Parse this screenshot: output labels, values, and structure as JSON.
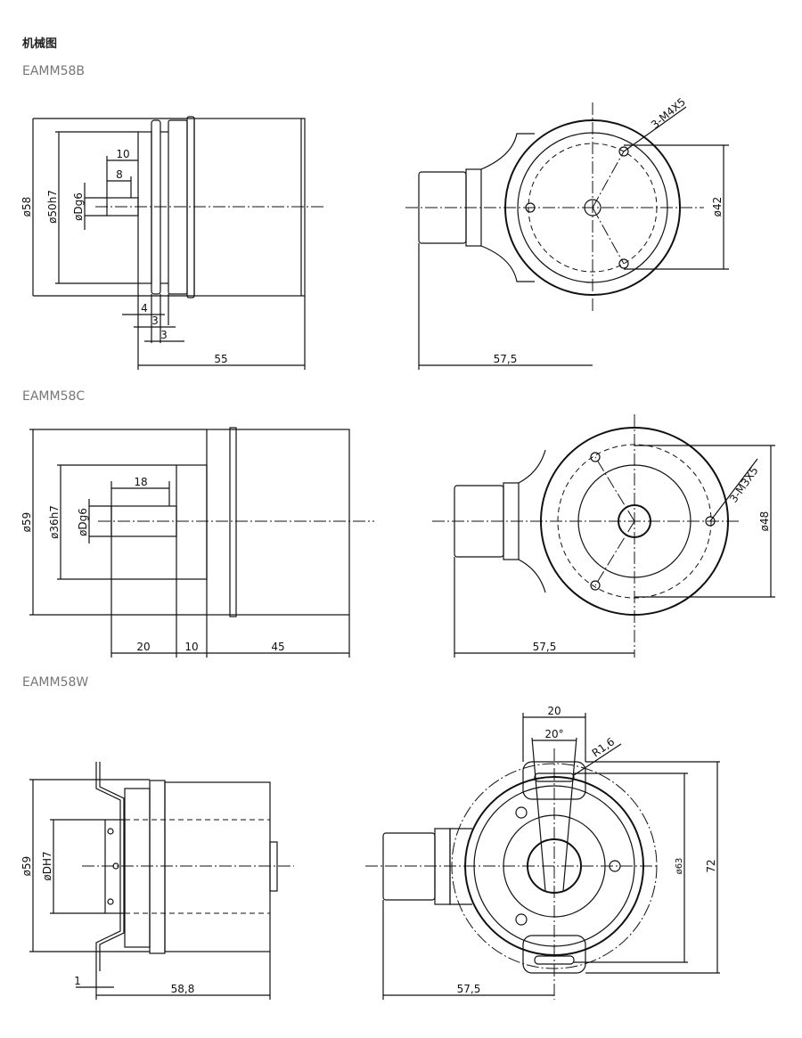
{
  "page_title": "机械图",
  "sections": [
    {
      "model": "EAMM58B",
      "side": {
        "outer_dia": "ø58",
        "pilot_dia": "ø50h7",
        "shaft_dia": "øDg6",
        "d10": "10",
        "d8": "8",
        "d4": "4",
        "d3a": "3",
        "d3b": "3",
        "length": "55"
      },
      "front": {
        "holes": "3-M4X5",
        "bolt_circle": "ø42",
        "depth": "57,5"
      }
    },
    {
      "model": "EAMM58C",
      "side": {
        "outer_dia": "ø59",
        "pilot_dia": "ø36h7",
        "shaft_dia": "øDg6",
        "d18": "18",
        "d20": "20",
        "d10": "10",
        "d45": "45"
      },
      "front": {
        "holes": "3-M3X5",
        "bolt_circle": "ø48",
        "depth": "57,5"
      }
    },
    {
      "model": "EAMM58W",
      "side": {
        "outer_dia": "ø59",
        "bore_dia": "øDH7",
        "d1": "1",
        "length": "58,8"
      },
      "front": {
        "slot_width": "20",
        "angle": "20°",
        "radius": "R1,6",
        "dia63": "ø63",
        "height": "72",
        "depth": "57,5"
      }
    }
  ]
}
